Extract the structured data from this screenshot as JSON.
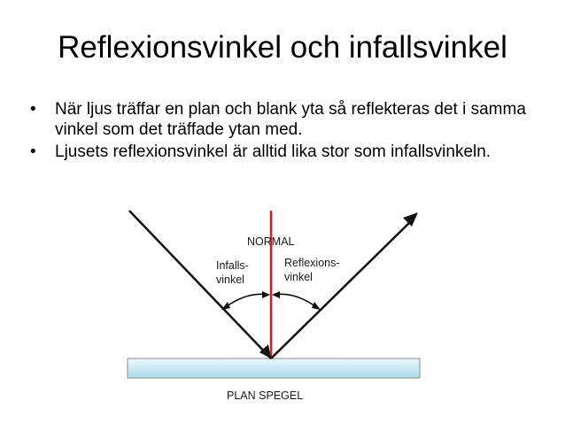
{
  "title": "Reflexionsvinkel och infallsvinkel",
  "bullets": [
    "När ljus träffar en plan och blank yta så reflekteras det i samma vinkel som det träffade ytan med.",
    "Ljusets reflexionsvinkel är alltid lika stor som infallsvinkeln."
  ],
  "diagram": {
    "normal_label": "NORMAL",
    "incidence_label": [
      "Infalls-",
      "vinkel"
    ],
    "reflection_label": [
      "Reflexions-",
      "vinkel"
    ],
    "mirror_label": "PLAN SPEGEL",
    "colors": {
      "normal": "#d42020",
      "rays": "#111111",
      "mirror_top": "#eef8fb",
      "mirror_bottom": "#a9dbea"
    }
  }
}
